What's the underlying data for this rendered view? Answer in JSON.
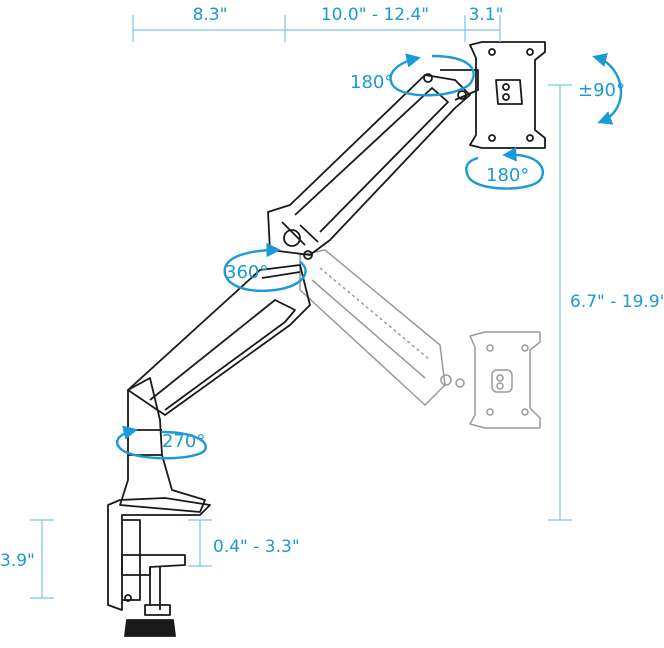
{
  "colors": {
    "accent": "#1a9ad6",
    "dim_line": "#7fc4e6",
    "ink": "#1a1a1a",
    "ghost": "#9a9a9a"
  },
  "dimensions": {
    "reach_base": "8.3\"",
    "reach_arm": "10.0\" - 12.4\"",
    "vesa_offset": "3.1\"",
    "height_range": "6.7\" - 19.9\"",
    "desk_thickness": "0.4\" - 3.3\"",
    "clamp_height": "3.9\""
  },
  "rotations": {
    "head_swivel": "180°",
    "screen_rotate": "±90°",
    "tilt": "180°",
    "elbow": "360°",
    "base": "270°"
  }
}
